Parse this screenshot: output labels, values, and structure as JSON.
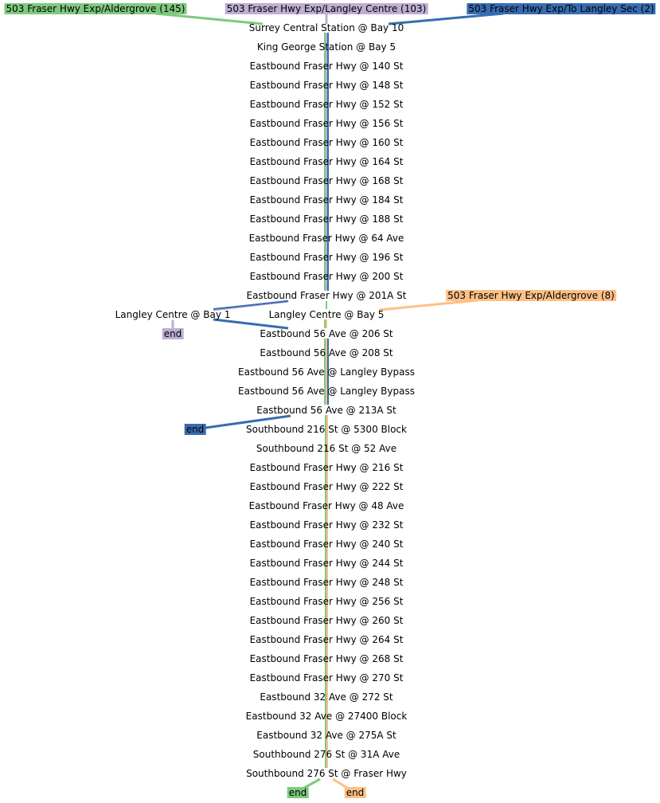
{
  "routes": {
    "green": {
      "label": "503 Fraser Hwy Exp/Aldergrove (145)",
      "color": "#7fc97f"
    },
    "purple": {
      "label": "503 Fraser Hwy Exp/Langley Centre (103)",
      "color": "#beaed4"
    },
    "blue": {
      "label": "503 Fraser Hwy Exp/To Langley Sec (2)",
      "color": "#386cb0"
    },
    "orange": {
      "label": "503 Fraser Hwy Exp/Aldergrove (8)",
      "color": "#fdc086"
    }
  },
  "stops": [
    "Surrey Central Station @ Bay 10",
    "King George Station @ Bay 5",
    "Eastbound Fraser Hwy @ 140 St",
    "Eastbound Fraser Hwy @ 148 St",
    "Eastbound Fraser Hwy @ 152 St",
    "Eastbound Fraser Hwy @ 156 St",
    "Eastbound Fraser Hwy @ 160 St",
    "Eastbound Fraser Hwy @ 164 St",
    "Eastbound Fraser Hwy @ 168 St",
    "Eastbound Fraser Hwy @ 184 St",
    "Eastbound Fraser Hwy @ 188 St",
    "Eastbound Fraser Hwy @ 64 Ave",
    "Eastbound Fraser Hwy @ 196 St",
    "Eastbound Fraser Hwy @ 200 St",
    "Eastbound Fraser Hwy @ 201A St",
    "Langley Centre @ Bay 5",
    "Eastbound 56 Ave @ 206 St",
    "Eastbound 56 Ave @ 208 St",
    "Eastbound 56 Ave @ Langley Bypass",
    "Eastbound 56 Ave @ Langley Bypass",
    "Eastbound 56 Ave @ 213A St",
    "Southbound 216 St @ 5300 Block",
    "Southbound 216 St @ 52 Ave",
    "Eastbound Fraser Hwy @ 216 St",
    "Eastbound Fraser Hwy @ 222 St",
    "Eastbound Fraser Hwy @ 48 Ave",
    "Eastbound Fraser Hwy @ 232 St",
    "Eastbound Fraser Hwy @ 240 St",
    "Eastbound Fraser Hwy @ 244 St",
    "Eastbound Fraser Hwy @ 248 St",
    "Eastbound Fraser Hwy @ 256 St",
    "Eastbound Fraser Hwy @ 260 St",
    "Eastbound Fraser Hwy @ 264 St",
    "Eastbound Fraser Hwy @ 268 St",
    "Eastbound Fraser Hwy @ 270 St",
    "Eastbound 32 Ave @ 272 St",
    "Eastbound 32 Ave @ 27400 Block",
    "Eastbound 32 Ave @ 275A St",
    "Southbound 276 St @ 31A Ave",
    "Southbound 276 St @ Fraser Hwy"
  ],
  "branch_stop": "Langley Centre @ Bay 1",
  "end_label": "end"
}
